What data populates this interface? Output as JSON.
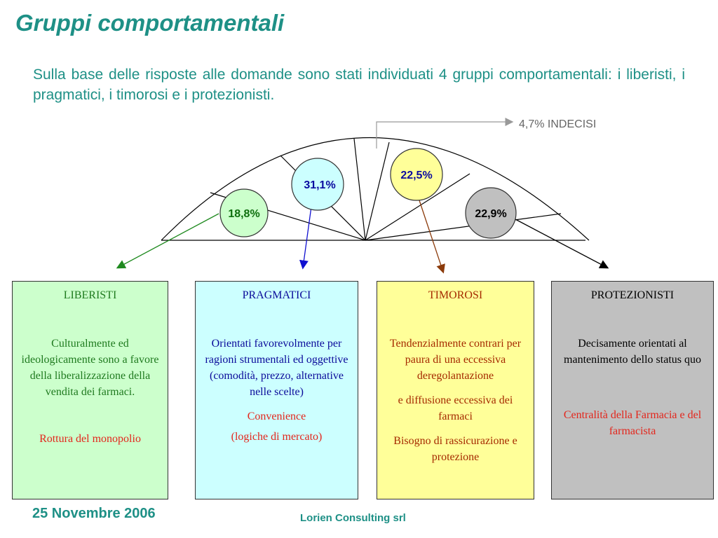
{
  "title": "Gruppi comportamentali",
  "intro": "Sulla base delle risposte alle domande sono stati individuati 4 gruppi comportamentali: i liberisti, i pragmatici, i timorosi e i protezionisti.",
  "undecided_label": "4,7% INDECISI",
  "percentages": {
    "liberisti": "18,8%",
    "pragmatici": "31,1%",
    "timorosi": "22,5%",
    "protezionisti": "22,9%"
  },
  "groups": [
    {
      "name": "LIBERISTI",
      "description": "Culturalmente ed ideologicamente  sono a favore della liberalizzazione della vendita dei farmaci.",
      "note": "Rottura del monopolio"
    },
    {
      "name": "PRAGMATICI",
      "description": "Orientati favorevolmente per ragioni strumentali ed oggettive (comodità, prezzo, alternative nelle scelte)",
      "note1": "Convenience",
      "note2": "(logiche di mercato)"
    },
    {
      "name": "TIMOROSI",
      "description": "Tendenzialmente contrari per paura di una eccessiva deregolantazione",
      "description2": "e diffusione eccessiva dei farmaci",
      "description3": "Bisogno di rassicurazione e protezione"
    },
    {
      "name": "PROTEZIONISTI",
      "description": "Decisamente orientati al mantenimento dello status quo",
      "note": "Centralità della Farmacia e  del farmacista"
    }
  ],
  "footer": {
    "date": "25 Novembre 2006",
    "company": "Lorien Consulting srl"
  },
  "colors": {
    "teal": "#1e9086",
    "liberisti": "#ccffcc",
    "pragmatici": "#ccffff",
    "timorosi": "#ffff99",
    "protezionisti": "#c0c0c0"
  }
}
